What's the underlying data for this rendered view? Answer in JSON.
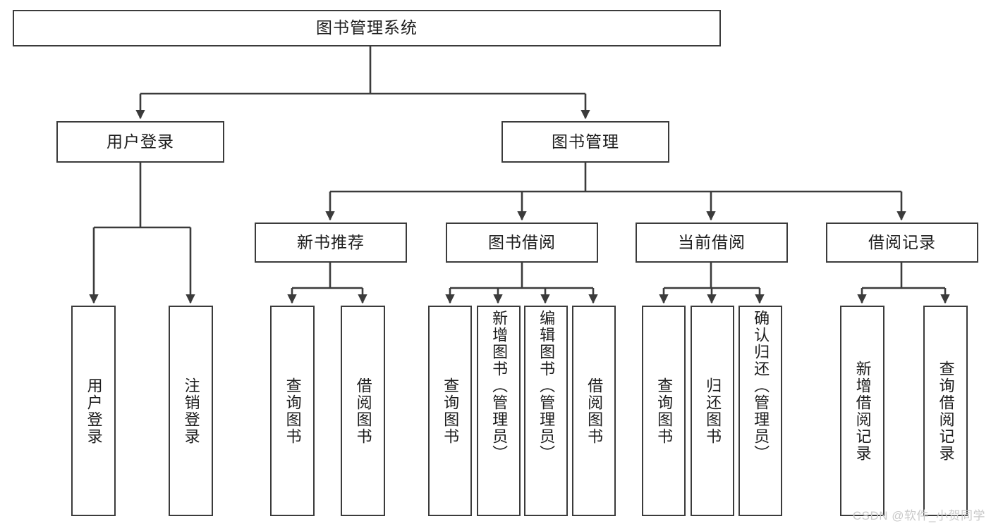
{
  "diagram": {
    "title": "图书管理系统",
    "type": "tree",
    "watermark": "CSDN @软件_小贺同学",
    "colors": {
      "box_border": "#3b3b3b",
      "box_fill": "#ffffff",
      "edge": "#3b3b3b",
      "text": "#1d1d1d",
      "watermark": "#c9c9c9",
      "background": "#ffffff"
    },
    "nodes": {
      "root": {
        "label": "图书管理系统",
        "level": 0,
        "orientation": "horizontal"
      },
      "l1": [
        {
          "id": "user-login",
          "label": "用户登录",
          "orientation": "horizontal"
        },
        {
          "id": "book-manage",
          "label": "图书管理",
          "orientation": "horizontal"
        }
      ],
      "l2": [
        {
          "id": "new-book-rec",
          "label": "新书推荐",
          "orientation": "horizontal"
        },
        {
          "id": "book-borrow",
          "label": "图书借阅",
          "orientation": "horizontal"
        },
        {
          "id": "current-borrow",
          "label": "当前借阅",
          "orientation": "horizontal"
        },
        {
          "id": "borrow-record",
          "label": "借阅记录",
          "orientation": "horizontal"
        }
      ],
      "leaves": [
        {
          "id": "leaf-user-login",
          "label": "用户登录",
          "parent": "user-login",
          "orientation": "vertical"
        },
        {
          "id": "leaf-logout",
          "label": "注销登录",
          "parent": "user-login",
          "orientation": "vertical"
        },
        {
          "id": "leaf-query-book-1",
          "label": "查询图书",
          "parent": "new-book-rec",
          "orientation": "vertical"
        },
        {
          "id": "leaf-borrow-book-1",
          "label": "借阅图书",
          "parent": "new-book-rec",
          "orientation": "vertical"
        },
        {
          "id": "leaf-query-book-2",
          "label": "查询图书",
          "parent": "book-borrow",
          "orientation": "vertical"
        },
        {
          "id": "leaf-add-book",
          "label": "新增图书（管理员）",
          "parent": "book-borrow",
          "orientation": "vertical"
        },
        {
          "id": "leaf-edit-book",
          "label": "编辑图书（管理员）",
          "parent": "book-borrow",
          "orientation": "vertical"
        },
        {
          "id": "leaf-borrow-book-2",
          "label": "借阅图书",
          "parent": "book-borrow",
          "orientation": "vertical"
        },
        {
          "id": "leaf-query-book-3",
          "label": "查询图书",
          "parent": "current-borrow",
          "orientation": "vertical"
        },
        {
          "id": "leaf-return-book",
          "label": "归还图书",
          "parent": "current-borrow",
          "orientation": "vertical"
        },
        {
          "id": "leaf-confirm-return",
          "label": "确认归还（管理员）",
          "parent": "current-borrow",
          "orientation": "vertical"
        },
        {
          "id": "leaf-add-record",
          "label": "新增借阅记录",
          "parent": "borrow-record",
          "orientation": "vertical"
        },
        {
          "id": "leaf-query-record",
          "label": "查询借阅记录",
          "parent": "borrow-record",
          "orientation": "vertical"
        }
      ]
    }
  }
}
